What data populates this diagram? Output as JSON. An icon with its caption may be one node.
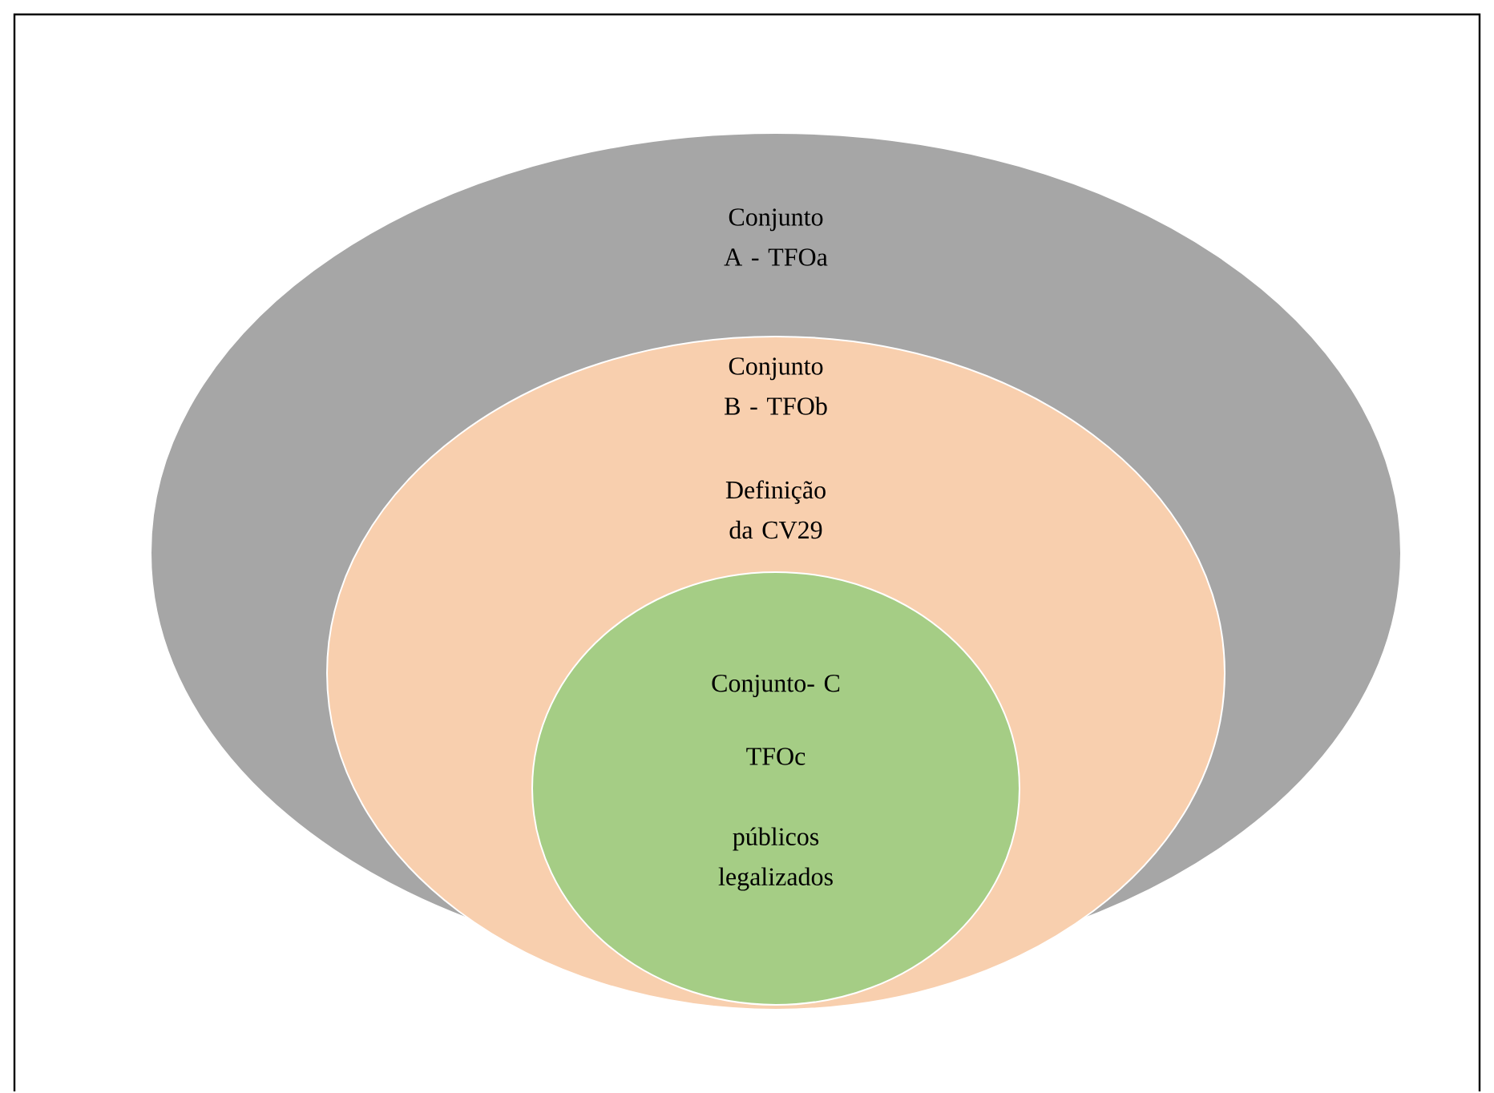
{
  "diagram": {
    "nodes": [
      {
        "text": [
          "Conjunto A - TFOa"
        ]
      },
      {
        "text": [
          "Conjunto B - TFOb",
          "Definição da CV29"
        ],
        "in": 0
      },
      {
        "text": [
          "Conjunto- C",
          "TFOc",
          "públicos legalizados"
        ],
        "in": 1
      }
    ]
  }
}
